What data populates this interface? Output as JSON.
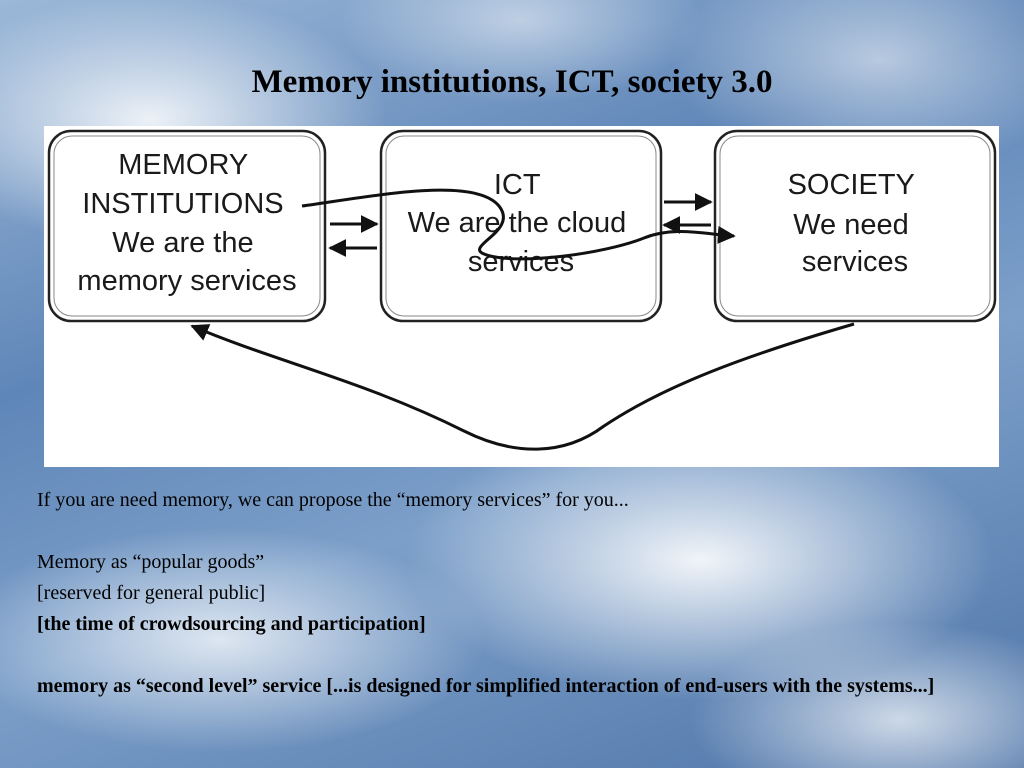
{
  "slide": {
    "title": "Memory institutions, ICT, society 3.0"
  },
  "diagram": {
    "boxes": [
      {
        "lines": [
          "MEMORY",
          "INSTITUTIONS",
          "We are the",
          "memory services"
        ]
      },
      {
        "lines": [
          "ICT",
          "We are the cloud",
          "services"
        ]
      },
      {
        "lines": [
          "SOCIETY",
          "We need",
          "services"
        ]
      }
    ]
  },
  "body": {
    "line1": "If you are need memory, we can propose the “memory services” for you...",
    "line2": "Memory as “popular goods”",
    "line3": "[reserved for general public]",
    "line4": "[the time of  crowdsourcing and participation]",
    "line5": "memory as “second level” service [...is designed for simplified interaction of end-users with the systems...]"
  }
}
